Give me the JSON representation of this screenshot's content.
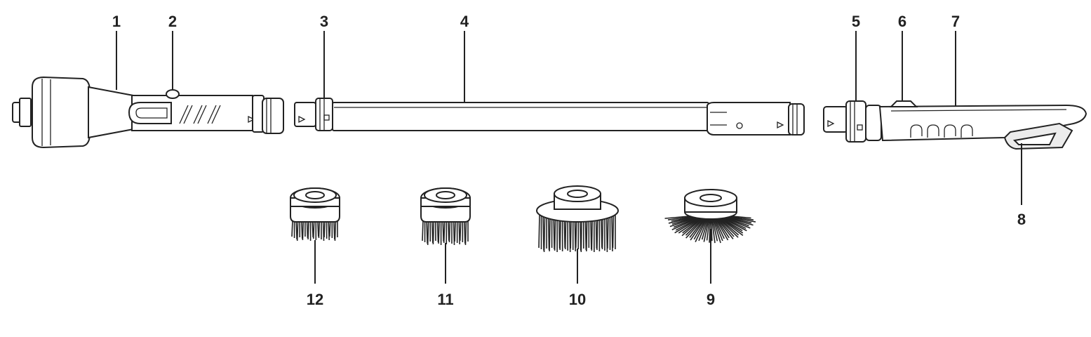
{
  "callouts": [
    {
      "id": "1",
      "label": "1"
    },
    {
      "id": "2",
      "label": "2"
    },
    {
      "id": "3",
      "label": "3"
    },
    {
      "id": "4",
      "label": "4"
    },
    {
      "id": "5",
      "label": "5"
    },
    {
      "id": "6",
      "label": "6"
    },
    {
      "id": "7",
      "label": "7"
    },
    {
      "id": "8",
      "label": "8"
    },
    {
      "id": "9",
      "label": "9"
    },
    {
      "id": "10",
      "label": "10"
    },
    {
      "id": "11",
      "label": "11"
    },
    {
      "id": "12",
      "label": "12"
    }
  ],
  "parts": [
    {
      "name": "head-end",
      "callout": "1"
    },
    {
      "name": "release-button",
      "callout": "2"
    },
    {
      "name": "rod-collar-left",
      "callout": "3"
    },
    {
      "name": "extension-rod",
      "callout": "4"
    },
    {
      "name": "handle-collar",
      "callout": "5"
    },
    {
      "name": "handle-button",
      "callout": "6"
    },
    {
      "name": "handle",
      "callout": "7"
    },
    {
      "name": "grip-trigger",
      "callout": "8"
    },
    {
      "name": "brush-head-flared",
      "callout": "9"
    },
    {
      "name": "brush-head-large-flat",
      "callout": "10"
    },
    {
      "name": "brush-head-small",
      "callout": "11"
    },
    {
      "name": "brush-head-medium",
      "callout": "12"
    }
  ]
}
